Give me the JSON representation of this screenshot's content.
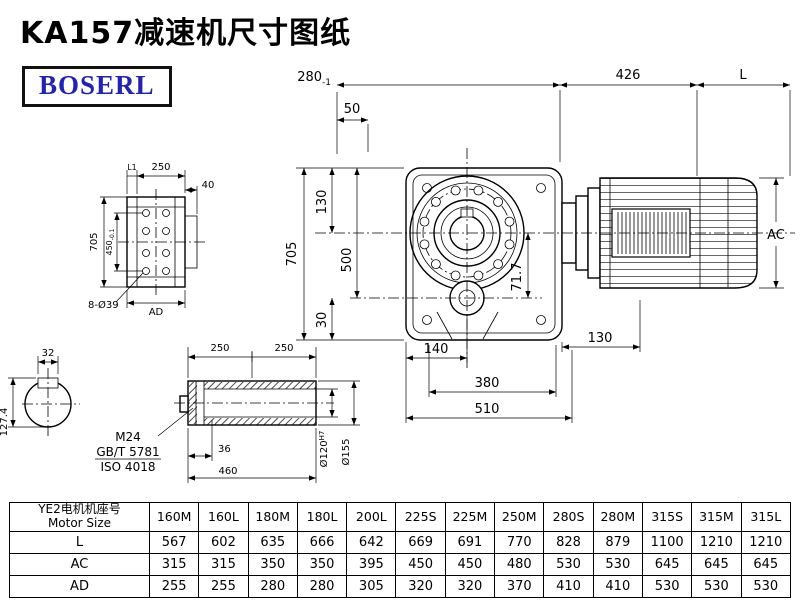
{
  "page": {
    "title": "KA157减速机尺寸图纸",
    "logo": "BOSERL"
  },
  "main_view": {
    "dim_280": "280",
    "dim_280_tol": "-1",
    "dim_50": "50",
    "dim_426": "426",
    "dim_L": "L",
    "dim_705": "705",
    "dim_130_left": "130",
    "dim_500": "500",
    "dim_30": "30",
    "dim_71_7": "71.7",
    "dim_140": "140",
    "dim_130_right": "130",
    "dim_380": "380",
    "dim_510": "510",
    "dim_AC": "AC"
  },
  "flange_view": {
    "dim_l1": "L1",
    "dim_250": "250",
    "dim_40": "40",
    "dim_705": "705",
    "dim_450": "450",
    "dim_450_tol": "-0.1",
    "dim_holes": "8-Ø39",
    "dim_ad": "AD"
  },
  "shaft_section": {
    "dim_32": "32",
    "dim_127_4": "127.4"
  },
  "shaft_detail": {
    "dim_250a": "250",
    "dim_250b": "250",
    "thread": "M24",
    "standard1": "GB/T 5781",
    "standard2": "ISO 4018",
    "dim_36": "36",
    "dim_460": "460",
    "dim_bore": "Ø120",
    "dim_bore_fit": "H7",
    "dim_od": "Ø155"
  },
  "table": {
    "header_cn": "YE2电机机座号",
    "header_en": "Motor Size",
    "sizes": [
      "160M",
      "160L",
      "180M",
      "180L",
      "200L",
      "225S",
      "225M",
      "250M",
      "280S",
      "280M",
      "315S",
      "315M",
      "315L"
    ],
    "rows": [
      {
        "label": "L",
        "values": [
          "567",
          "602",
          "635",
          "666",
          "642",
          "669",
          "691",
          "770",
          "828",
          "879",
          "1100",
          "1210",
          "1210"
        ]
      },
      {
        "label": "AC",
        "values": [
          "315",
          "315",
          "350",
          "350",
          "395",
          "450",
          "450",
          "480",
          "530",
          "530",
          "645",
          "645",
          "645"
        ]
      },
      {
        "label": "AD",
        "values": [
          "255",
          "255",
          "280",
          "280",
          "305",
          "320",
          "320",
          "370",
          "410",
          "410",
          "530",
          "530",
          "530"
        ]
      }
    ]
  }
}
